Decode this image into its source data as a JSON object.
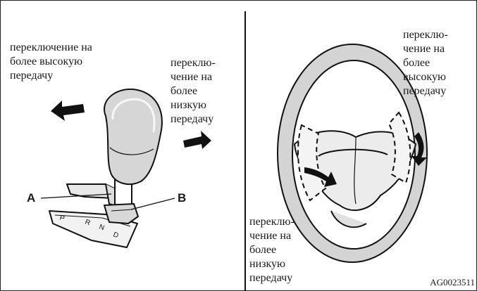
{
  "left_panel": {
    "upshift_text": "переключение на\nболее высокую\nпередачу",
    "downshift_text": "переклю-\nчение на\nболее\nнизкую\nпередачу",
    "label_a": "A",
    "label_b": "B",
    "gate_letters": [
      "P",
      "R",
      "N",
      "D"
    ]
  },
  "right_panel": {
    "upshift_text": "переклю-\nчение на\nболее\nвысокую\nпередачу",
    "downshift_text": "переклю-\nчение на\nболее\nнизкую\nпередачу"
  },
  "figure_code": "AG0023511"
}
